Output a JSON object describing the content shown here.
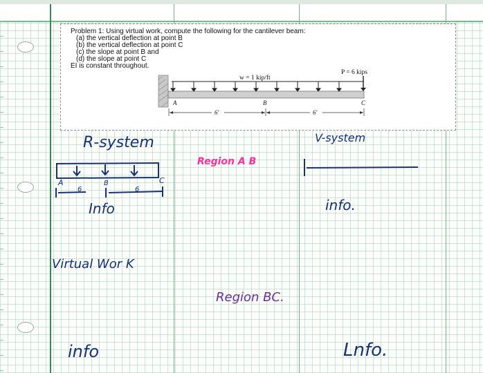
{
  "problem": {
    "title": "Problem 1: Using virtual work, compute the following for the cantilever beam:",
    "items": [
      "(a) the vertical deflection at point B",
      "(b) the vertical deflection at point C",
      "(c) the slope at point B and",
      "(d) the slope at point C"
    ],
    "note": "EI is constant throughout."
  },
  "figure": {
    "load_w": "w = 1 kip/ft",
    "load_P": "P = 6 kips",
    "point_A": "A",
    "point_B": "B",
    "point_C": "C",
    "dim_AB": "6′",
    "dim_BC": "6′"
  },
  "notes": {
    "r_system": "R-system",
    "v_system": "V-system",
    "region_ab": "Region A B",
    "region_bc": "Region BC.",
    "info_left": "Info",
    "info_right": "info.",
    "virtual_work": "Virtual Wor K",
    "info_bottom_left": "info",
    "info_bottom_right": "Lnfo.",
    "sketch_A": "A",
    "sketch_B": "B",
    "sketch_C": "C",
    "sketch_len1": "6",
    "sketch_len2": "6"
  },
  "colors": {
    "ink_navy": "#17307a",
    "ink_pink": "#ff2f9c",
    "ink_purple": "#6b2d9d",
    "rule_green": "#2d8f56",
    "grid_green": "#96c8aa"
  }
}
